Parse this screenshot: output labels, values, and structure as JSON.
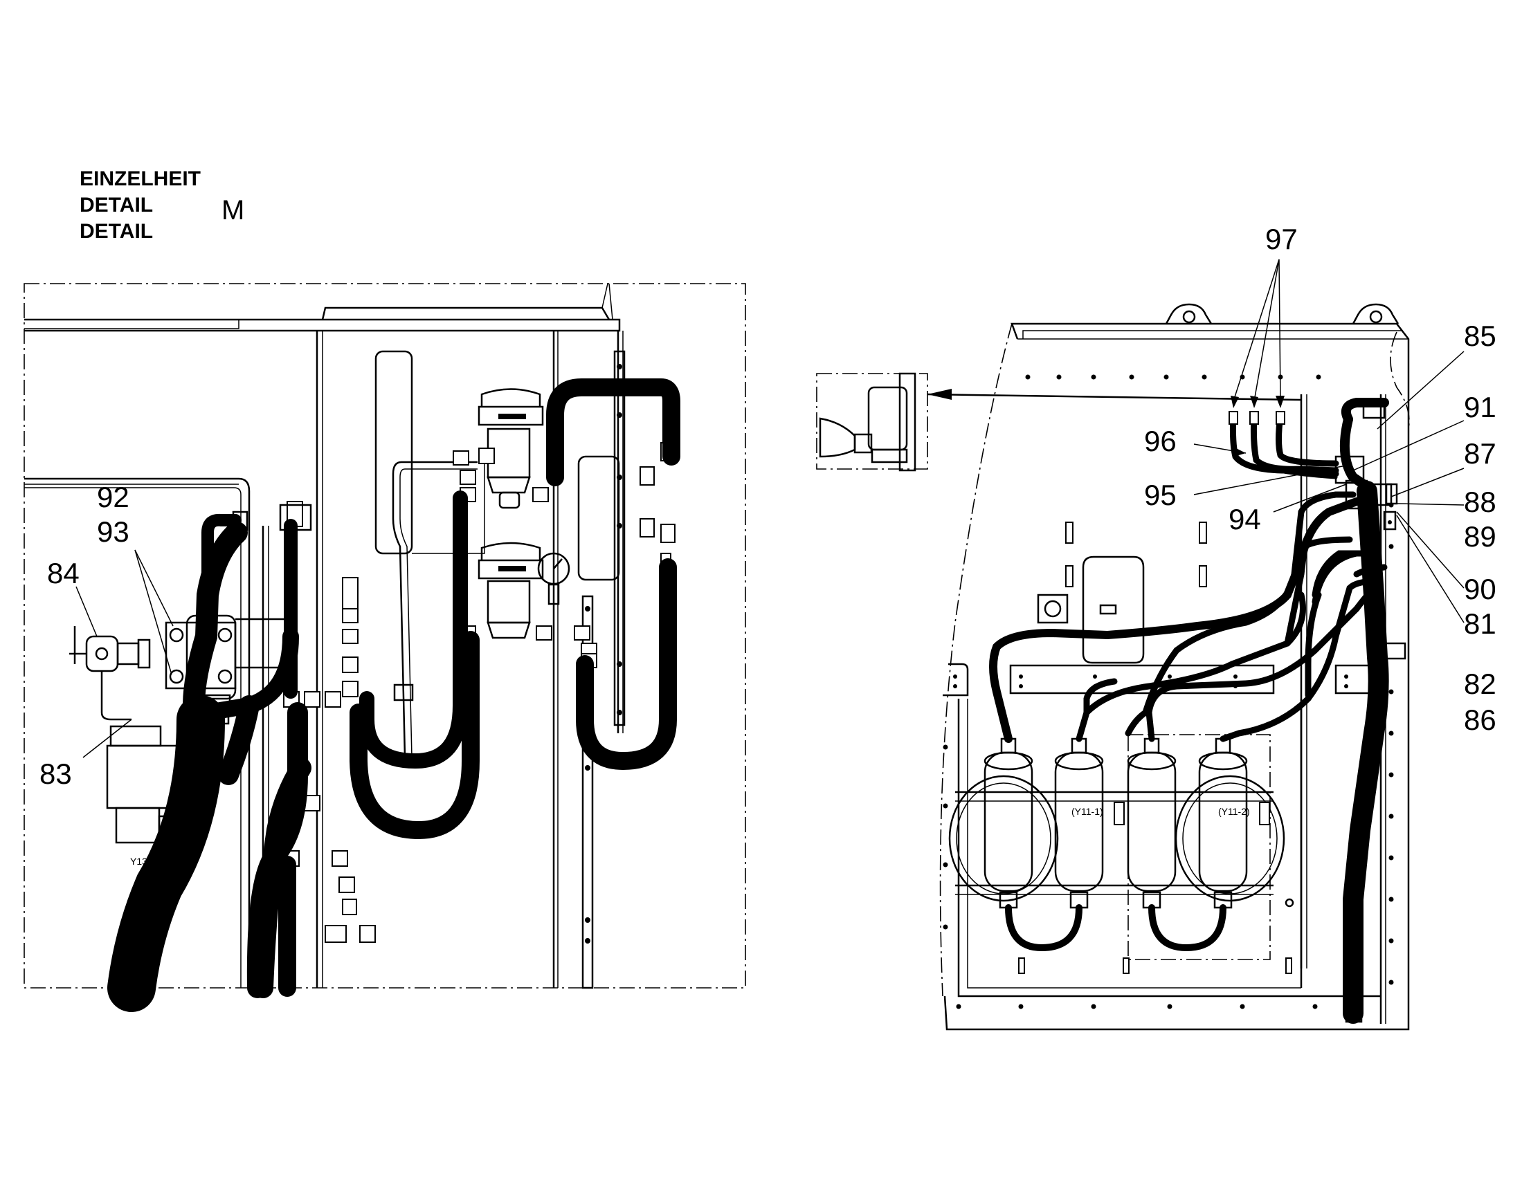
{
  "title": {
    "lines": [
      "EINZELHEIT",
      "DETAIL",
      "DETAIL"
    ],
    "detail_letter": "M"
  },
  "left_view": {
    "component_labels": [
      "Y13"
    ],
    "callouts": [
      "92",
      "93",
      "84",
      "83"
    ]
  },
  "right_view": {
    "component_labels": [
      "(Y11-1)",
      "(Y11-2)"
    ],
    "callouts": [
      "97",
      "85",
      "91",
      "96",
      "87",
      "95",
      "88",
      "94",
      "89",
      "90",
      "81",
      "82",
      "86"
    ]
  }
}
